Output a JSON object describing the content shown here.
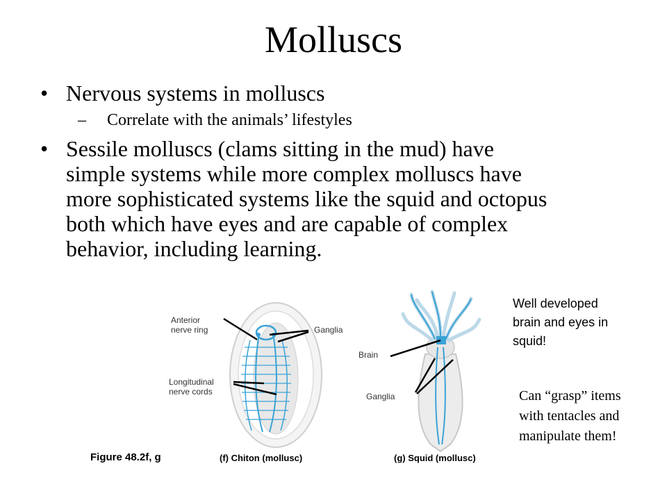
{
  "slide": {
    "title": "Molluscs",
    "bullets": [
      {
        "marker": "•",
        "text": "Nervous systems in molluscs",
        "sub": {
          "marker": "–",
          "text": "Correlate with the animals’ lifestyles"
        }
      },
      {
        "marker": "•",
        "lines": [
          "Sessile molluscs (clams sitting in the mud) have",
          "simple systems while more complex molluscs have",
          "more sophisticated systems like the squid and octopus",
          "both which have eyes and are capable of complex",
          "behavior, including learning."
        ]
      }
    ]
  },
  "figure": {
    "label": "Figure 48.2f, g",
    "chiton": {
      "caption": "(f) Chiton (mollusc)",
      "labels": {
        "anterior_nerve_ring": [
          "Anterior",
          "nerve ring"
        ],
        "ganglia": "Ganglia",
        "longitudinal_nerve_cords": [
          "Longitudinal",
          "nerve cords"
        ]
      }
    },
    "squid": {
      "caption": "(g) Squid (mollusc)",
      "labels": {
        "brain": "Brain",
        "ganglia": "Ganglia"
      }
    },
    "colors": {
      "nerve": "#3aa3d6",
      "body_outline": "#cccccc",
      "body_fill": "#f2f2f2"
    }
  },
  "notes": {
    "squid_note": [
      "Well developed",
      "brain and eyes in",
      "squid!"
    ],
    "grasp_note": [
      "Can “grasp” items",
      "with tentacles and",
      "manipulate them!"
    ]
  }
}
